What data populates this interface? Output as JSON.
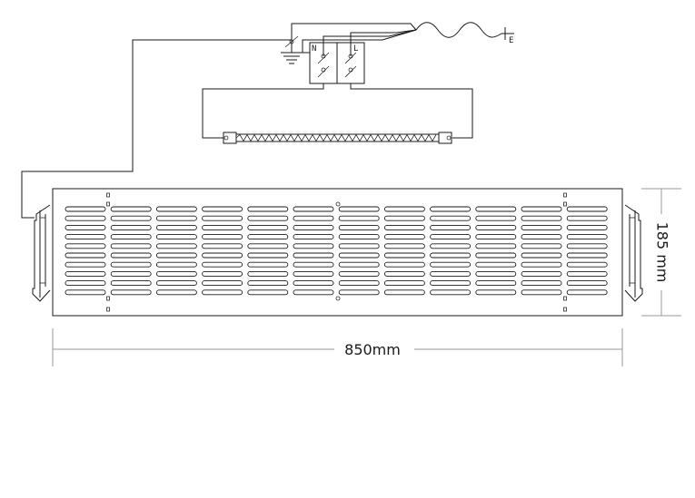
{
  "dimensions": {
    "width_label": "850mm",
    "height_label": "185 mm"
  },
  "terminals": {
    "neutral": "N",
    "live": "L"
  },
  "earth_symbol_label": "E",
  "grille": {
    "slot_columns": 12,
    "slot_rows": 10
  }
}
